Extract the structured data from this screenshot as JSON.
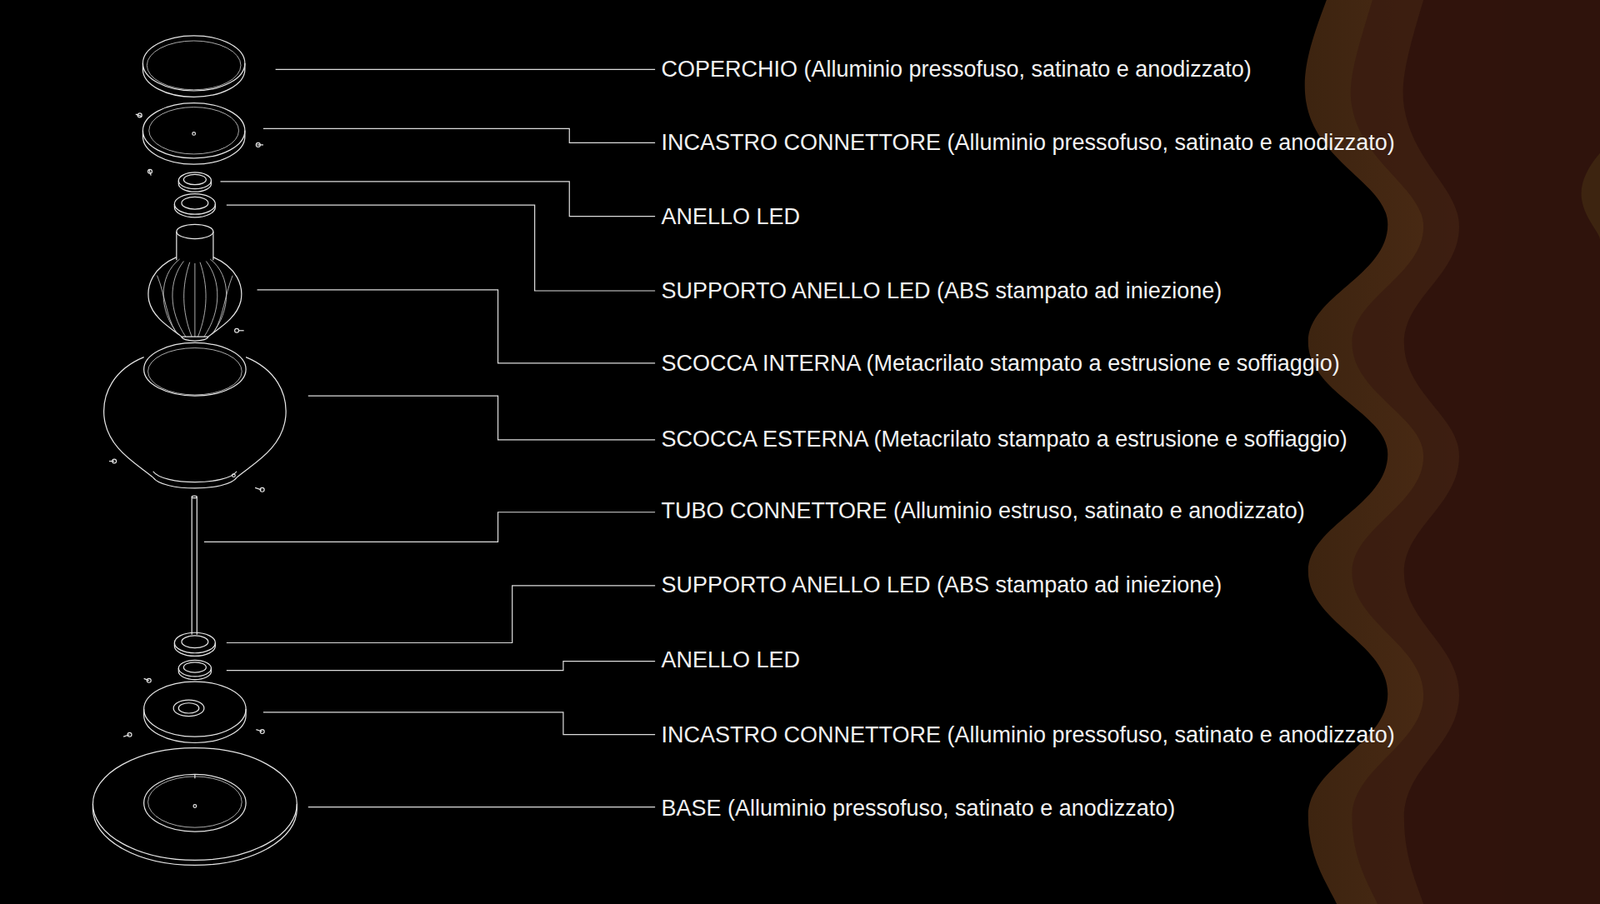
{
  "diagram": {
    "labels": [
      "COPERCHIO (Alluminio pressofuso, satinato e anodizzato)",
      "INCASTRO CONNETTORE (Alluminio pressofuso, satinato e anodizzato)",
      "ANELLO LED",
      "SUPPORTO ANELLO LED (ABS stampato ad iniezione)",
      "SCOCCA INTERNA (Metacrilato stampato a estrusione e soffiaggio)",
      "SCOCCA ESTERNA (Metacrilato stampato a estrusione e soffiaggio)",
      "TUBO CONNETTORE (Alluminio estruso, satinato e anodizzato)",
      "SUPPORTO ANELLO LED (ABS stampato ad iniezione)",
      "ANELLO LED",
      "INCASTRO CONNETTORE (Alluminio pressofuso, satinato e anodizzato)",
      "BASE (Alluminio pressofuso, satinato e anodizzato)"
    ]
  }
}
